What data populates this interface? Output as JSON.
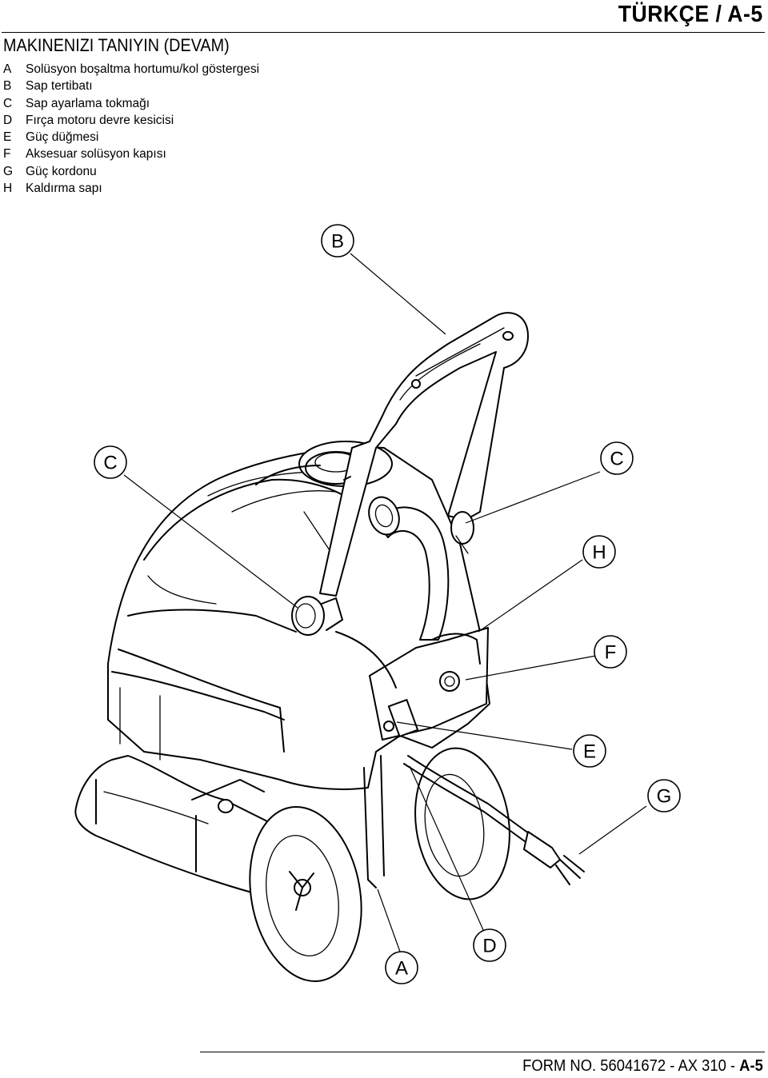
{
  "header": {
    "language_page": "TÜRKÇE / A-5",
    "section_title": "MAKINENIZI TANIYIN (DEVAM)"
  },
  "legend": [
    {
      "key": "A",
      "label": "Solüsyon boşaltma hortumu/kol göstergesi"
    },
    {
      "key": "B",
      "label": "Sap tertibatı"
    },
    {
      "key": "C",
      "label": "Sap ayarlama tokmağı"
    },
    {
      "key": "D",
      "label": "Fırça motoru devre kesicisi"
    },
    {
      "key": "E",
      "label": "Güç düğmesi"
    },
    {
      "key": "F",
      "label": "Aksesuar solüsyon kapısı"
    },
    {
      "key": "G",
      "label": "Güç kordonu"
    },
    {
      "key": "H",
      "label": "Kaldırma sapı"
    }
  ],
  "callouts": {
    "b": "B",
    "c_left": "C",
    "c_right": "C",
    "h": "H",
    "f": "F",
    "e": "E",
    "g": "G",
    "a": "A",
    "d": "D"
  },
  "footer": {
    "form_text": "FORM NO. 56041672 - AX 310 - ",
    "page_ref": "A-5"
  }
}
